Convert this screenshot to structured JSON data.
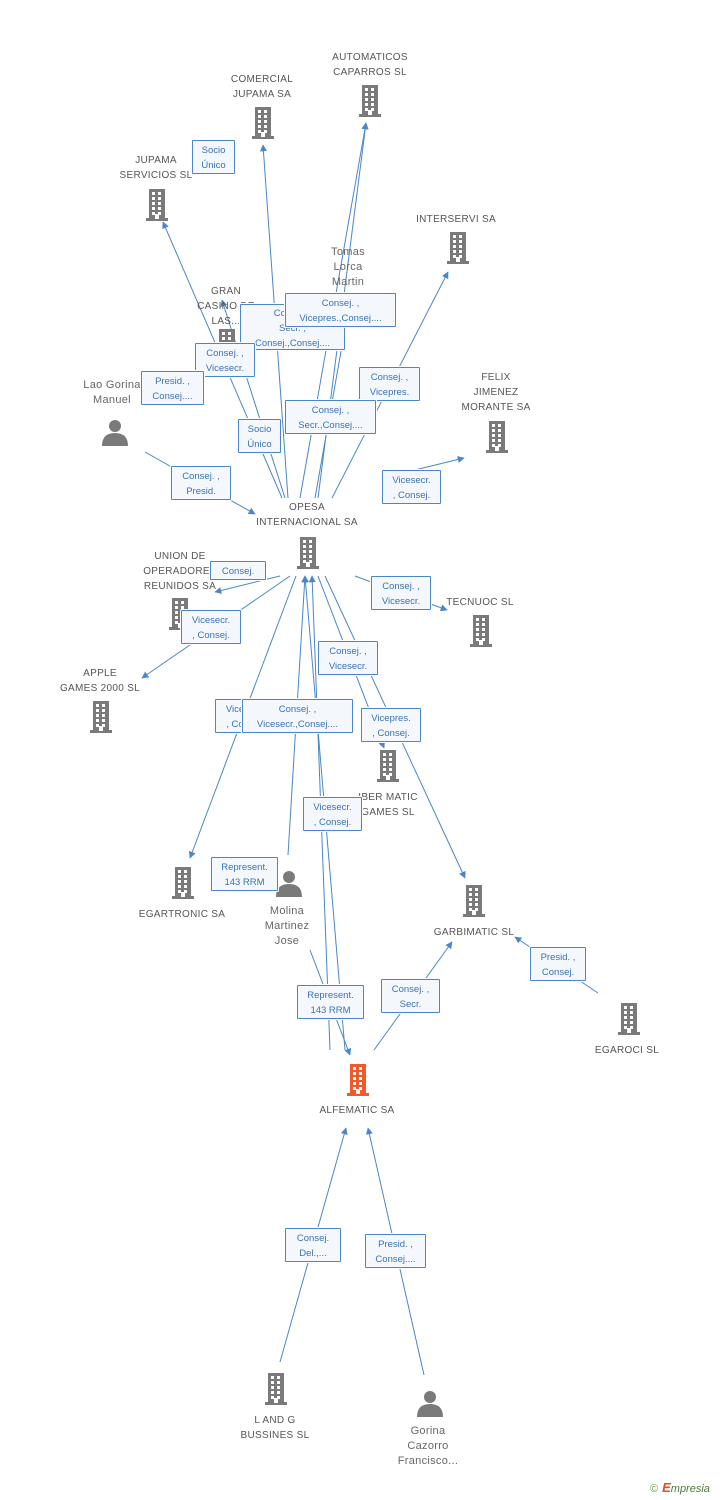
{
  "colors": {
    "edge": "#4a86c8",
    "company_icon": "#7a7a7a",
    "main_icon": "#f05a2a",
    "person_icon": "#7a7a7a",
    "label_text": "#555555",
    "rel_border": "#4a86c8",
    "rel_text": "#3a72b8"
  },
  "nodes": [
    {
      "id": "automaticos",
      "type": "company",
      "name": "AUTOMATICOS\nCAPARROS SL",
      "icon": "building-icon"
    },
    {
      "id": "comercial",
      "type": "company",
      "name": "COMERCIAL\nJUPAMA SA",
      "icon": "building-icon"
    },
    {
      "id": "jupama",
      "type": "company",
      "name": "JUPAMA\nSERVICIOS SL",
      "icon": "building-icon"
    },
    {
      "id": "interservi",
      "type": "company",
      "name": "INTERSERVI SA",
      "icon": "building-icon"
    },
    {
      "id": "tomas",
      "type": "person",
      "name": "Tomas\nLorca\nMartin",
      "icon": "person-icon"
    },
    {
      "id": "gran",
      "type": "company",
      "name": "GRAN\nCASINO DE\nLAS...",
      "icon": "building-icon"
    },
    {
      "id": "lao",
      "type": "person",
      "name": "Lao Gorina\nManuel",
      "icon": "person-icon"
    },
    {
      "id": "felix",
      "type": "company",
      "name": "FELIX\nJIMENEZ\nMORANTE SA",
      "icon": "building-icon"
    },
    {
      "id": "opesa",
      "type": "company",
      "name": "OPESA\nINTERNACIONAL SA",
      "icon": "building-icon"
    },
    {
      "id": "union",
      "type": "company",
      "name": "UNION DE\nOPERADORES\nREUNIDOS SA",
      "icon": "building-icon"
    },
    {
      "id": "tecnuoc",
      "type": "company",
      "name": "TECNUOC SL",
      "icon": "building-icon"
    },
    {
      "id": "apple",
      "type": "company",
      "name": "APPLE\nGAMES 2000 SL",
      "icon": "building-icon"
    },
    {
      "id": "ibermatic",
      "type": "company",
      "name": "IBER MATIC\nGAMES SL",
      "icon": "building-icon"
    },
    {
      "id": "egartronic",
      "type": "company",
      "name": "EGARTRONIC SA",
      "icon": "building-icon"
    },
    {
      "id": "molina",
      "type": "person",
      "name": "Molina\nMartinez\nJose",
      "icon": "person-icon"
    },
    {
      "id": "garbimatic",
      "type": "company",
      "name": "GARBIMATIC SL",
      "icon": "building-icon"
    },
    {
      "id": "egaroci",
      "type": "company",
      "name": "EGAROCI SL",
      "icon": "building-icon"
    },
    {
      "id": "alfematic",
      "type": "main",
      "name": "ALFEMATIC SA",
      "icon": "building-icon"
    },
    {
      "id": "landg",
      "type": "company",
      "name": "L AND G\nBUSSINES SL",
      "icon": "building-icon"
    },
    {
      "id": "gorina",
      "type": "person",
      "name": "Gorina\nCazorro\nFrancisco...",
      "icon": "person-icon"
    }
  ],
  "relations": [
    {
      "id": "r-comercial",
      "label": "Socio\nÚnico"
    },
    {
      "id": "r-gran-1",
      "label": "Consej. ,\nSecr. ,\nConsej.,Consej...."
    },
    {
      "id": "r-tomas",
      "label": "Consej. ,\nVicepres.,Consej...."
    },
    {
      "id": "r-jupama",
      "label": "Consej. ,\nVicesecr."
    },
    {
      "id": "r-lao-gran",
      "label": "Presid. ,\nConsej...."
    },
    {
      "id": "r-interservi",
      "label": "Consej. ,\nVicepres."
    },
    {
      "id": "r-opesa-secr",
      "label": "Consej. ,\nSecr.,Consej...."
    },
    {
      "id": "r-socio2",
      "label": "Socio\nÚnico"
    },
    {
      "id": "r-lao-opesa",
      "label": "Consej. ,\nPresid."
    },
    {
      "id": "r-felix",
      "label": "Vicesecr.\n, Consej."
    },
    {
      "id": "r-union",
      "label": "Consej."
    },
    {
      "id": "r-tecnuoc",
      "label": "Consej. ,\nVicesecr."
    },
    {
      "id": "r-apple",
      "label": "Vicesecr.\n, Consej."
    },
    {
      "id": "r-ibermatic-1",
      "label": "Consej. ,\nVicesecr."
    },
    {
      "id": "r-egartronic",
      "label": "Vicesecr.\n, Consej."
    },
    {
      "id": "r-molina-opesa",
      "label": "Consej. ,\nVicesecr.,Consej...."
    },
    {
      "id": "r-garbimatic",
      "label": "Vicepres.\n, Consej."
    },
    {
      "id": "r-alfematic-opesa",
      "label": "Vicesecr.\n, Consej."
    },
    {
      "id": "r-molina-egar",
      "label": "Represent.\n143 RRM"
    },
    {
      "id": "r-molina-alfe",
      "label": "Represent.\n143 RRM"
    },
    {
      "id": "r-egaroci",
      "label": "Presid. ,\nConsej."
    },
    {
      "id": "r-garb-alfe",
      "label": "Consej. ,\nSecr."
    },
    {
      "id": "r-landg",
      "label": "Consej.\nDel.,..."
    },
    {
      "id": "r-gorina",
      "label": "Presid. ,\nConsej...."
    }
  ],
  "credit": {
    "symbol": "©",
    "brand_initial": "E",
    "brand_rest": "mpresia"
  }
}
